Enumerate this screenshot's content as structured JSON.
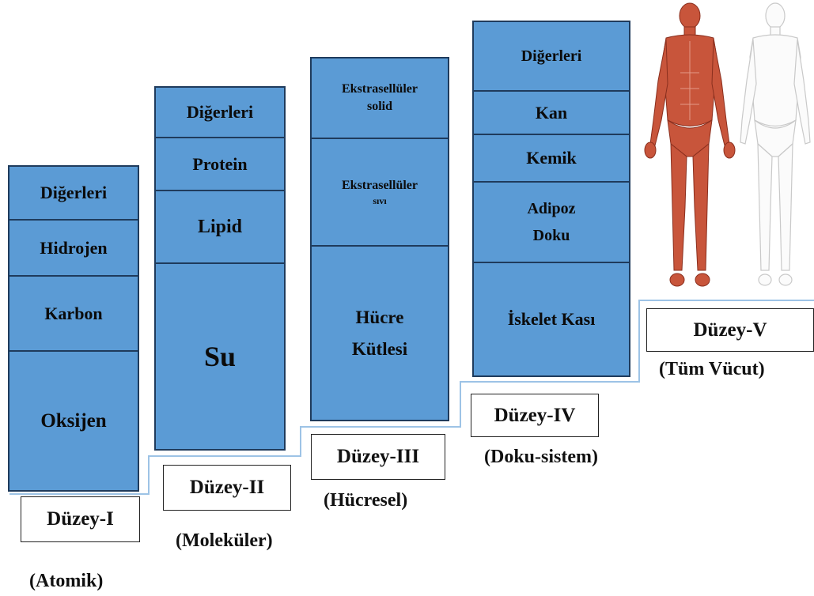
{
  "columns": [
    {
      "segments": [
        "Diğerleri",
        "Hidrojen",
        "Karbon",
        "Oksijen"
      ],
      "level": "Düzey-I",
      "sub": "(Atomik)"
    },
    {
      "segments": [
        "Diğerleri",
        "Protein",
        "Lipid",
        "Su"
      ],
      "level": "Düzey-II",
      "sub": "(Moleküler)"
    },
    {
      "segments": [
        [
          "Ekstrasellüler",
          "solid"
        ],
        [
          "Ekstrasellüler",
          "sıvı"
        ],
        [
          "Hücre",
          "Kütlesi"
        ]
      ],
      "level": "Düzey-III",
      "sub": "(Hücresel)"
    },
    {
      "segments": [
        "Diğerleri",
        "Kan",
        "Kemik",
        [
          "Adipoz",
          "Doku"
        ],
        "İskelet Kası"
      ],
      "level": "Düzey-IV",
      "sub": "(Doku-sistem)"
    },
    {
      "level": "Düzey-V",
      "sub": "(Tüm Vücut)"
    }
  ],
  "colors": {
    "box_fill": "#5b9bd5",
    "box_border": "#1f3b5c",
    "muscle": "#c8553b",
    "stair_line": "#9dc3e6"
  }
}
